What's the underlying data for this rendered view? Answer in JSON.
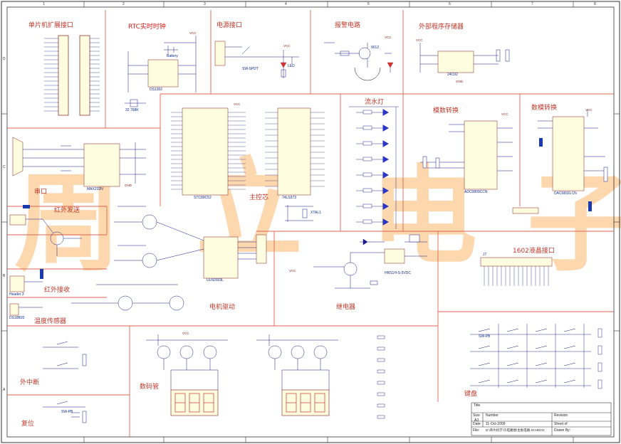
{
  "sections": {
    "mcu_expansion": "单片机扩展接口",
    "rtc": "RTC实时时钟",
    "power": "电源接口",
    "alarm": "报警电路",
    "eeprom": "外部程序存储器",
    "flowing_lights": "流水灯",
    "adc": "模数转换",
    "dac": "数模转换",
    "serial": "串口",
    "main_mcu": "主控芯",
    "ir_tx": "红外发送",
    "ir_rx": "红外接收",
    "temp_sensor": "温度传感器",
    "motor_drive": "电机驱动",
    "relay": "继电器",
    "lcd1602": "1602液晶接口",
    "ext_int": "外中断",
    "reset": "复位",
    "seg_display": "数码管",
    "keypad": "键盘"
  },
  "watermark": [
    "周",
    "立",
    "电",
    "子"
  ],
  "border": {
    "columns": [
      "1",
      "2",
      "3",
      "4",
      "5",
      "6",
      "7",
      "8"
    ],
    "rows": [
      "D",
      "C",
      "B",
      "A"
    ]
  },
  "components": {
    "rtc_chip": "DS1302",
    "rtc_crystal": "32.768K",
    "rtc_battery": "Battery",
    "eeprom_chip": "24C02",
    "mcu_chip": "STC89C52",
    "latch_chip": "74LS373",
    "serial_chip": "MAX232N",
    "motor_chip": "ULN2003L",
    "adc_chip": "ADC0809CCN",
    "dac_chip": "DAC0832LCN",
    "relay_label": "HRS1H-S-5VDC",
    "ir_rx_module": "Header 3",
    "temp_module": "DS18B20",
    "reset_switch": "SW-PB",
    "lcd_header": "J7",
    "buzzer_transistor": "9012",
    "crystal": "XTAL1",
    "power_switch": "SW-SPDT",
    "power_led": "LED",
    "key_label": "SW-PB"
  },
  "power_labels": {
    "vcc": "VCC",
    "gnd": "GND",
    "ground_sym": "GND"
  },
  "title_block": {
    "title_label": "Title",
    "size_label": "Size",
    "size_value": "A3",
    "number_label": "Number",
    "revision_label": "Revision",
    "date_label": "Date:",
    "date_value": "11-Oct-2009",
    "file_label": "File:",
    "file_value": "D:\\单片机学习\\电路图\\主板电路.SCHDOC",
    "sheet_label": "Sheet of",
    "drawn_label": "Drawn By:"
  }
}
